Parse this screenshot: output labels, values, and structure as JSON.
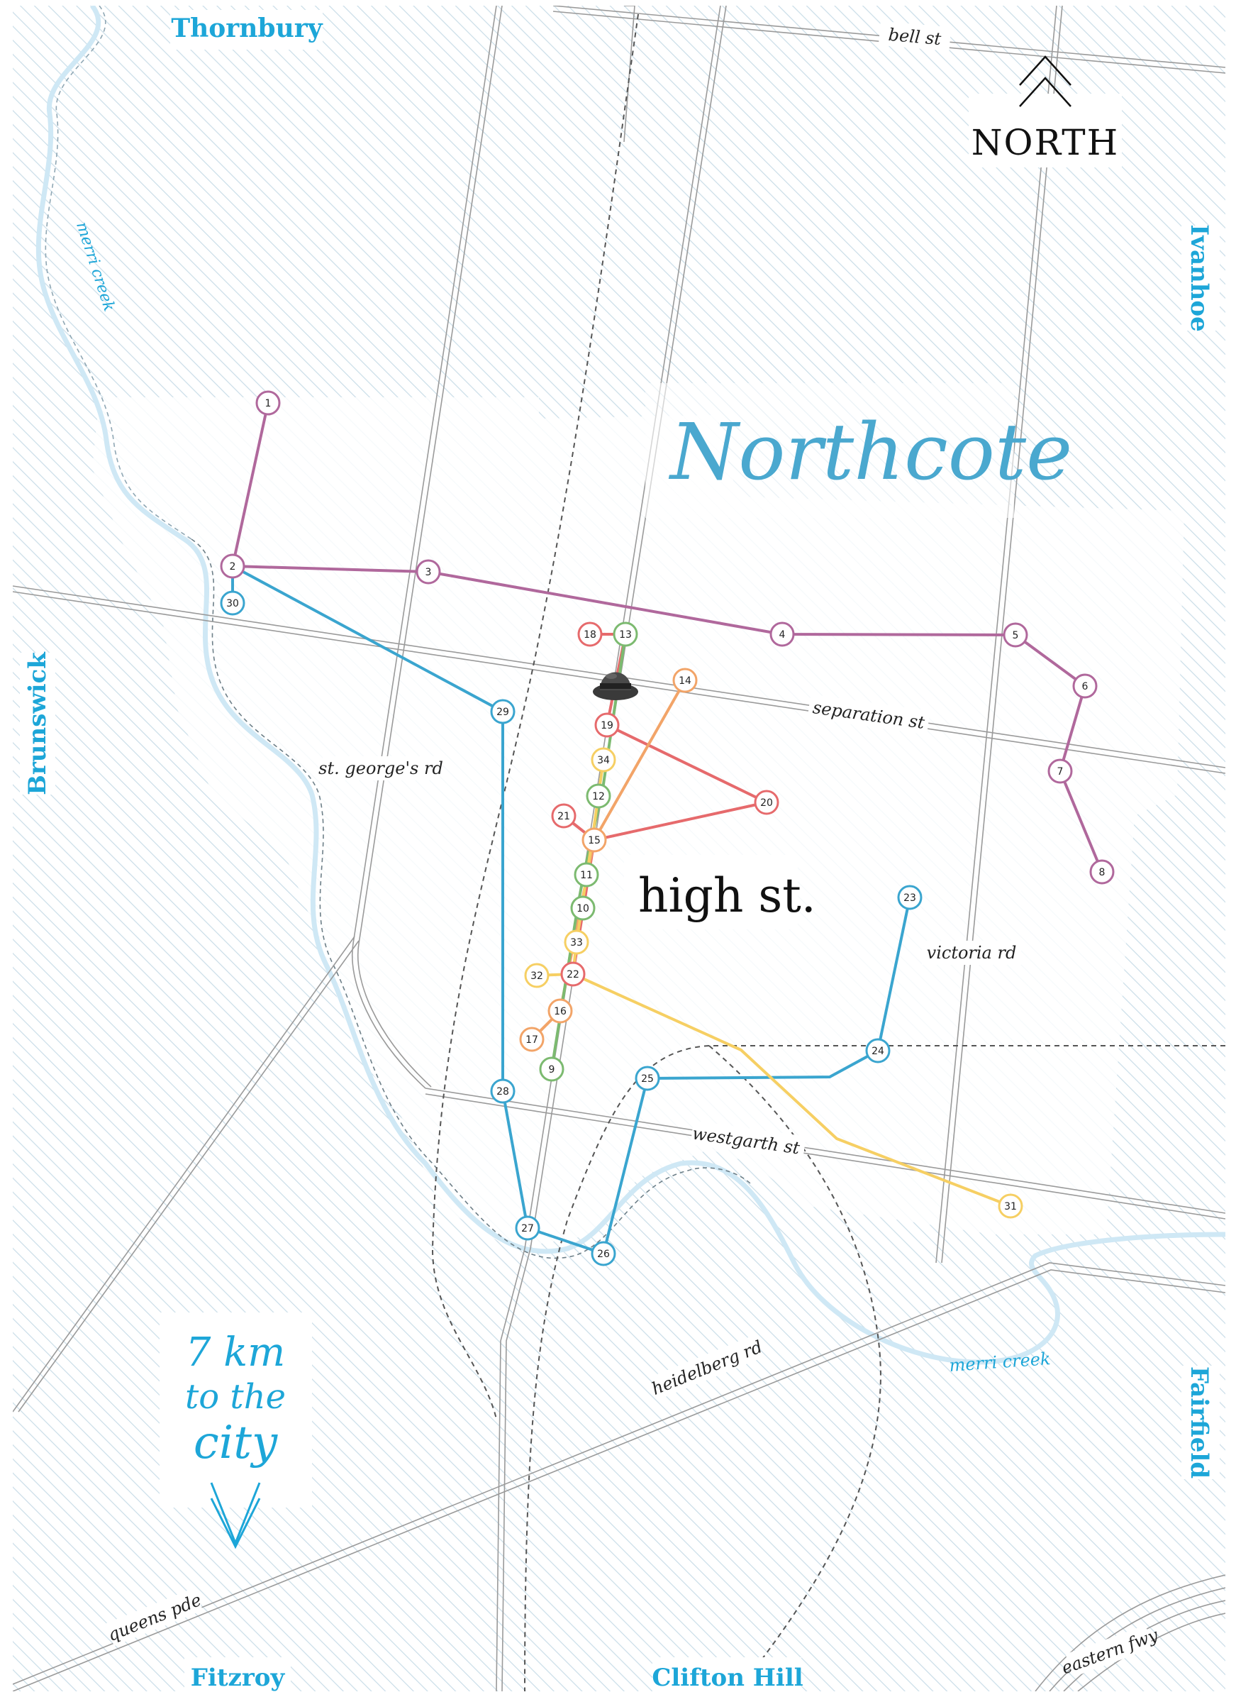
{
  "area_label": "Northcote",
  "high_street_label": "high st.",
  "north_label": "NORTH",
  "city_sign": {
    "line1": "7 km",
    "line2": "to the",
    "line3": "city"
  },
  "suburbs": {
    "top": "Thornbury",
    "left": "Brunswick",
    "right_top": "Ivanhoe",
    "right_bottom": "Fairfield",
    "bottom_left": "Fitzroy",
    "bottom_center": "Clifton Hill"
  },
  "streets": {
    "bell": "bell st",
    "separation": "separation st",
    "st_georges": "st. george's rd",
    "victoria": "victoria rd",
    "westgarth": "westgarth st",
    "heidelberg": "heidelberg rd",
    "queens": "queens pde",
    "eastern": "eastern fwy",
    "merri_top": "merri creek",
    "merri_bottom": "merri creek"
  },
  "colors": {
    "purple": "#b0689c",
    "blue": "#3aa5cf",
    "red": "#e66a6c",
    "orange": "#f2a468",
    "green": "#7cba70",
    "yellow": "#f6cf63",
    "hatch": "#c9dde8",
    "road": "#9a9a9a",
    "creek": "#cfe8f5"
  },
  "nodes": [
    {
      "id": "1",
      "color": "purple"
    },
    {
      "id": "2",
      "color": "purple"
    },
    {
      "id": "3",
      "color": "purple"
    },
    {
      "id": "4",
      "color": "purple"
    },
    {
      "id": "5",
      "color": "purple"
    },
    {
      "id": "6",
      "color": "purple"
    },
    {
      "id": "7",
      "color": "purple"
    },
    {
      "id": "8",
      "color": "purple"
    },
    {
      "id": "30",
      "color": "blue"
    },
    {
      "id": "29",
      "color": "blue"
    },
    {
      "id": "28",
      "color": "blue"
    },
    {
      "id": "27",
      "color": "blue"
    },
    {
      "id": "26",
      "color": "blue"
    },
    {
      "id": "25",
      "color": "blue"
    },
    {
      "id": "24",
      "color": "blue"
    },
    {
      "id": "23",
      "color": "blue"
    },
    {
      "id": "18",
      "color": "red"
    },
    {
      "id": "13",
      "color": "green"
    },
    {
      "id": "19",
      "color": "red"
    },
    {
      "id": "20",
      "color": "red"
    },
    {
      "id": "21",
      "color": "red"
    },
    {
      "id": "22",
      "color": "red"
    },
    {
      "id": "14",
      "color": "orange"
    },
    {
      "id": "15",
      "color": "orange"
    },
    {
      "id": "16",
      "color": "orange"
    },
    {
      "id": "17",
      "color": "orange"
    },
    {
      "id": "12",
      "color": "green"
    },
    {
      "id": "11",
      "color": "green"
    },
    {
      "id": "10",
      "color": "green"
    },
    {
      "id": "9",
      "color": "green"
    },
    {
      "id": "34",
      "color": "yellow"
    },
    {
      "id": "33",
      "color": "yellow"
    },
    {
      "id": "32",
      "color": "yellow"
    },
    {
      "id": "31",
      "color": "yellow"
    }
  ]
}
